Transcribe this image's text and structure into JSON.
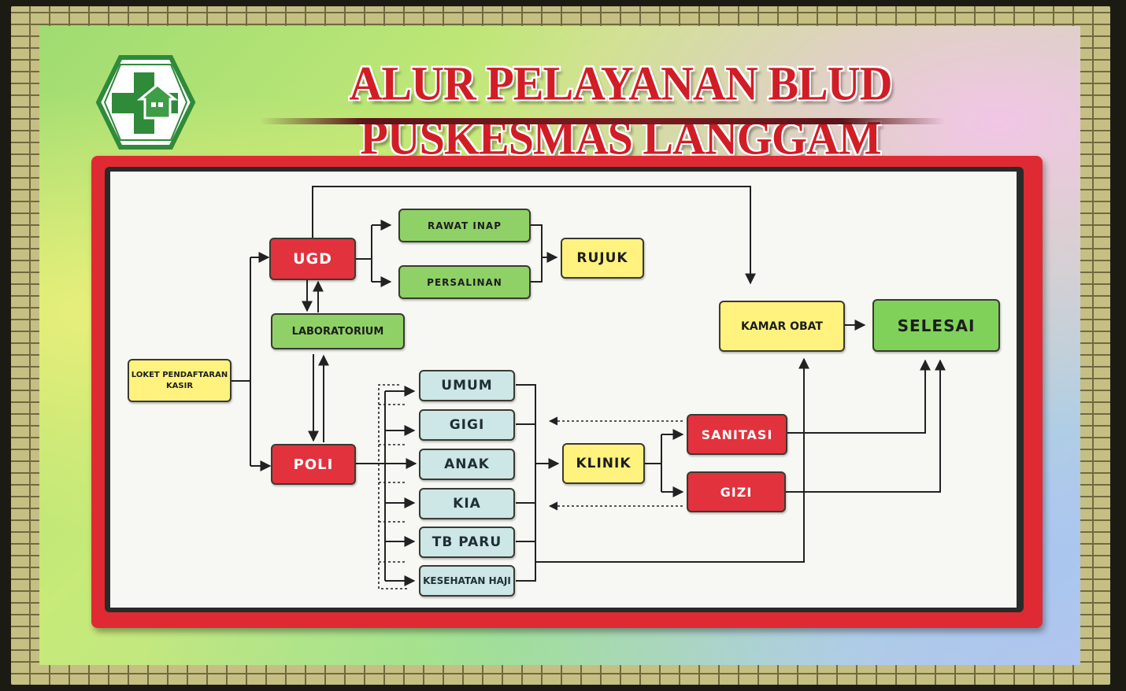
{
  "title": "ALUR PELAYANAN BLUD PUSKESMAS LANGGAM",
  "colors": {
    "title": "#d11d26",
    "panel_border": "#e02a33",
    "red_box": "#e2323d",
    "green_box": "#8fd166",
    "yellow_box": "#fff27e",
    "teal_box": "#cde6e6",
    "logo_green": "#2f8a3a"
  },
  "logo": {
    "icon": "puskesmas-cross-house-icon"
  },
  "nodes": {
    "loket": "LOKET PENDAFTARAN KASIR",
    "ugd": "UGD",
    "laboratorium": "LABORATORIUM",
    "rawat_inap": "RAWAT INAP",
    "persalinan": "PERSALINAN",
    "rujuk": "RUJUK",
    "poli": "POLI",
    "umum": "UMUM",
    "gigi": "GIGI",
    "anak": "ANAK",
    "kia": "KIA",
    "tb_paru": "TB PARU",
    "kesehatan_haji": "KESEHATAN HAJI",
    "klinik": "KLINIK",
    "sanitasi": "SANITASI",
    "gizi": "GIZI",
    "kamar_obat": "KAMAR OBAT",
    "selesai": "SELESAI"
  }
}
